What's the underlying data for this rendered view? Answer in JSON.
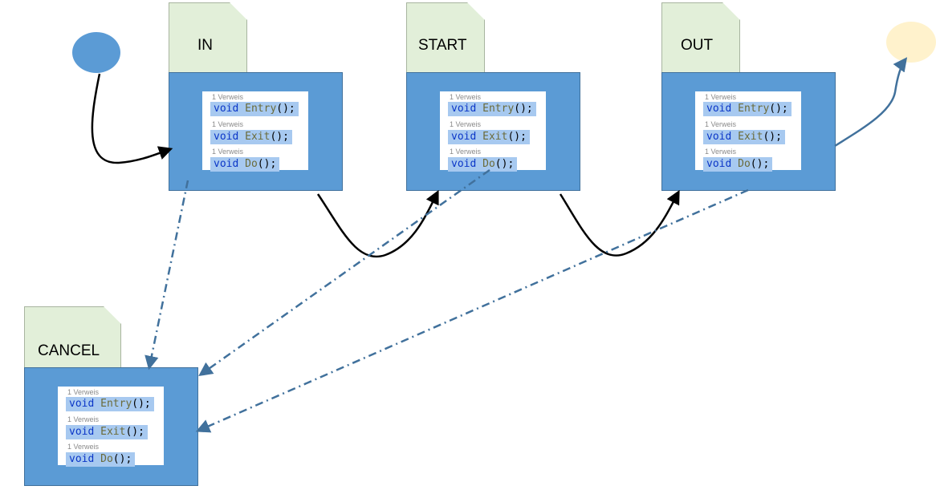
{
  "states": [
    {
      "id": "in",
      "label": "IN"
    },
    {
      "id": "start",
      "label": "START"
    },
    {
      "id": "out",
      "label": "OUT"
    },
    {
      "id": "cancel",
      "label": "CANCEL"
    }
  ],
  "code": {
    "reference": "1 Verweis",
    "keyword": "void",
    "methods": [
      "Entry",
      "Exit",
      "Do"
    ],
    "suffix": "();"
  },
  "colors": {
    "state_box": "#5b9bd5",
    "tab": "#e2efd9",
    "initial_node": "#5b9bd5",
    "final_node": "#fff2cc",
    "arrow_solid": "#000000",
    "arrow_blue": "#41719c"
  }
}
